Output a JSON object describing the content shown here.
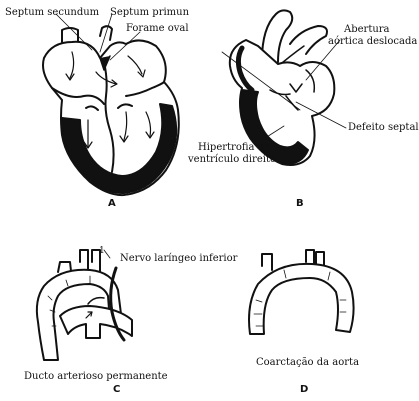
{
  "colors": {
    "ink": "#111111",
    "paper": "#ffffff"
  },
  "panels": {
    "a": {
      "letter": "A",
      "labels": {
        "septum_secundum": "Septum secundum",
        "septum_primum": "Septum primun",
        "foramen_ovale": "Forame oval"
      }
    },
    "b": {
      "letter": "B",
      "labels": {
        "aortic_opening_line1": "Abertura",
        "aortic_opening_line2": "aórtica deslocada",
        "septal_defect": "Defeito septal",
        "rv_hypertrophy_line1": "Hipertrofia do",
        "rv_hypertrophy_line2": "ventrículo direito"
      }
    },
    "c": {
      "letter": "C",
      "labels": {
        "marker_number": "1",
        "recurrent_laryngeal_nerve": "Nervo laríngeo inferior",
        "patent_ductus": "Ducto arterioso permanente"
      }
    },
    "d": {
      "letter": "D",
      "labels": {
        "coarctation": "Coarctação da aorta"
      }
    }
  }
}
